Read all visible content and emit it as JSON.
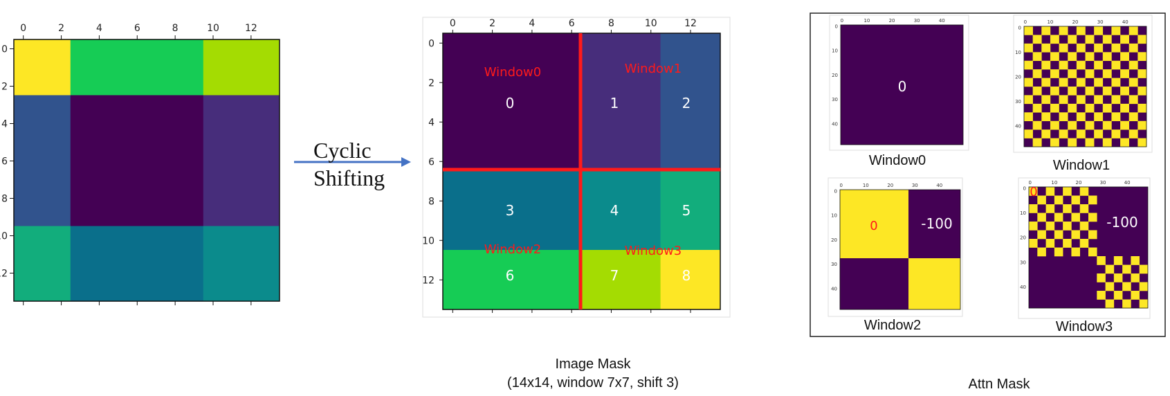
{
  "colors": {
    "c0": "#fde725",
    "c1": "#472d7b",
    "c2": "#31538d",
    "c3": "#0a6f8b",
    "c4": "#0b8b8c",
    "c5": "#12ad7c",
    "c6": "#16cc55",
    "c7": "#a4dc02",
    "c8": "#fde725",
    "dark": "#440154",
    "yellow": "#fde725",
    "red": "#ff1a1a",
    "arrow": "#4472c4"
  },
  "arrow_label_line1": "Cyclic",
  "arrow_label_line2": "Shifting",
  "left_panel": {
    "ticks": [
      "0",
      "2",
      "4",
      "6",
      "8",
      "10",
      "12"
    ],
    "grid_colors": [
      [
        "#fde725",
        "#16cc55",
        "#a4dc02"
      ],
      [
        "#31538d",
        "#440154",
        "#472d7b"
      ],
      [
        "#12ad7c",
        "#0a6f8b",
        "#0b8b8c"
      ]
    ]
  },
  "mask_panel": {
    "ticks": [
      "0",
      "2",
      "4",
      "6",
      "8",
      "10",
      "12"
    ],
    "region_labels": [
      "0",
      "1",
      "2",
      "3",
      "4",
      "5",
      "6",
      "7",
      "8"
    ],
    "window_labels": [
      "Window0",
      "Window1",
      "Window2",
      "Window3"
    ],
    "caption_line1": "Image Mask",
    "caption_line2": "(14x14, window 7x7, shift 3)"
  },
  "attn_panel": {
    "caption": "Attn Mask",
    "ticks": [
      "0",
      "10",
      "20",
      "30",
      "40"
    ],
    "windows": [
      {
        "caption": "Window0",
        "value_label": "0",
        "neg_label": ""
      },
      {
        "caption": "Window1",
        "value_label": "",
        "neg_label": ""
      },
      {
        "caption": "Window2",
        "value_label": "0",
        "neg_label": "-100"
      },
      {
        "caption": "Window3",
        "value_label": "0",
        "neg_label": "-100"
      }
    ]
  }
}
